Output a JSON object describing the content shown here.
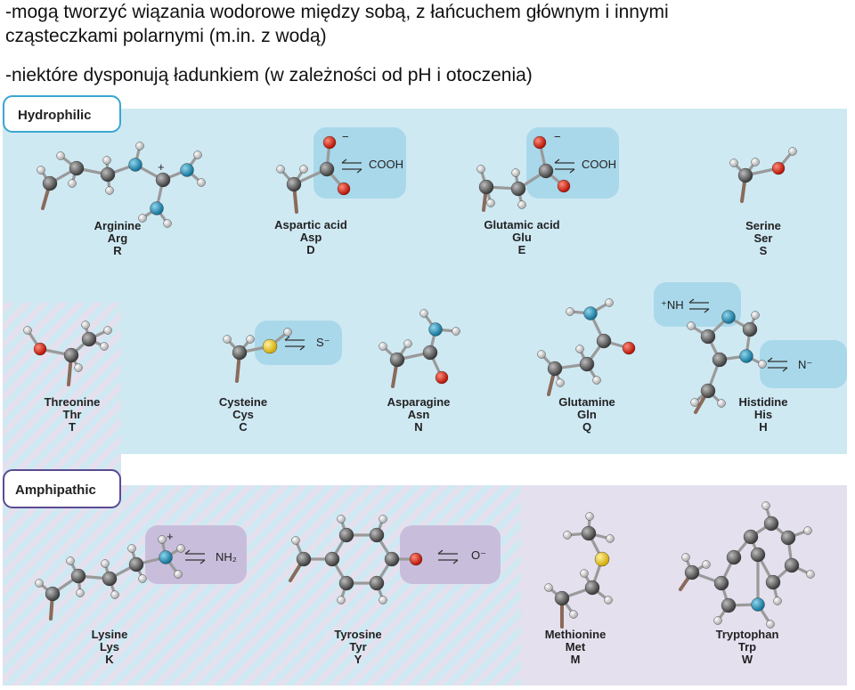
{
  "text": {
    "line1": "-mogą tworzyć wiązania wodorowe między sobą, z łańcuchem głównym i innymi",
    "line2": "cząsteczkami polarnymi (m.in. z wodą)",
    "line3": "-niektóre dysponują ładunkiem (w zależności od pH i otoczenia)"
  },
  "sections": {
    "hydrophilic": "Hydrophilic",
    "amphipathic": "Amphipathic"
  },
  "colors": {
    "hydrophilic_bg": "#cfe9f3",
    "amphipathic_bg": "#e4e0ee",
    "hydrophilic_box": "#a9d8ea",
    "amphipathic_box": "#c8bedb",
    "carbon": "#4a4a4a",
    "hydrogen": "#e8e8e8",
    "nitrogen": "#1e8fb8",
    "oxygen": "#e02010",
    "sulfur": "#f2cf1a"
  },
  "amino_acids": [
    {
      "name": "Arginine",
      "abbr3": "Arg",
      "abbr1": "R"
    },
    {
      "name": "Aspartic acid",
      "abbr3": "Asp",
      "abbr1": "D"
    },
    {
      "name": "Glutamic acid",
      "abbr3": "Glu",
      "abbr1": "E"
    },
    {
      "name": "Serine",
      "abbr3": "Ser",
      "abbr1": "S"
    },
    {
      "name": "Threonine",
      "abbr3": "Thr",
      "abbr1": "T"
    },
    {
      "name": "Cysteine",
      "abbr3": "Cys",
      "abbr1": "C"
    },
    {
      "name": "Asparagine",
      "abbr3": "Asn",
      "abbr1": "N"
    },
    {
      "name": "Glutamine",
      "abbr3": "Gln",
      "abbr1": "Q"
    },
    {
      "name": "Histidine",
      "abbr3": "His",
      "abbr1": "H"
    },
    {
      "name": "Lysine",
      "abbr3": "Lys",
      "abbr1": "K"
    },
    {
      "name": "Tyrosine",
      "abbr3": "Tyr",
      "abbr1": "Y"
    },
    {
      "name": "Methionine",
      "abbr3": "Met",
      "abbr1": "M"
    },
    {
      "name": "Tryptophan",
      "abbr3": "Trp",
      "abbr1": "W"
    }
  ],
  "groups": {
    "cooh": "COOH",
    "minus": "−",
    "plus": "+",
    "s_minus": "S⁻",
    "nh_plus": "⁺NH",
    "n_minus": "N⁻",
    "nh2": "NH₂",
    "o_minus": "O⁻"
  }
}
